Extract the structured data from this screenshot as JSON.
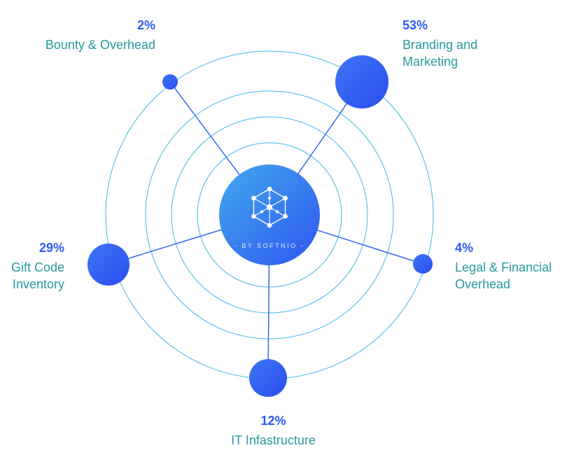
{
  "colors": {
    "percent_text": "#2b5af0",
    "category_text": "#27999e",
    "ring_stroke": "#3fb6ea",
    "spoke_stroke": "#3069f0",
    "node_fill": "#2e5cf2",
    "center_gradient_start": "#41aaee",
    "center_gradient_end": "#2f55f1"
  },
  "center": {
    "brand_label": "- BY SOFTNIO -",
    "logo_icon": "network-hexagon-icon"
  },
  "segments": [
    {
      "id": "bounty",
      "pct": "2%",
      "label": "Bounty & Overhead"
    },
    {
      "id": "branding",
      "pct": "53%",
      "label": "Branding and\nMarketing"
    },
    {
      "id": "legal",
      "pct": "4%",
      "label": "Legal & Financial\nOverhead"
    },
    {
      "id": "it",
      "pct": "12%",
      "label": "IT Infastructure"
    },
    {
      "id": "gift",
      "pct": "29%",
      "label": "Gift Code\nInventory"
    }
  ],
  "chart_data": {
    "type": "pie",
    "variant": "radial-orbit-bubble-diagram",
    "categories": [
      "Bounty & Overhead",
      "Branding and Marketing",
      "Legal & Financial Overhead",
      "IT Infastructure",
      "Gift Code Inventory"
    ],
    "values": [
      2,
      53,
      4,
      12,
      29
    ],
    "unit": "%",
    "center_label": "- BY SOFTNIO -",
    "legend_position": "around-nodes",
    "grid": "concentric-circles"
  }
}
